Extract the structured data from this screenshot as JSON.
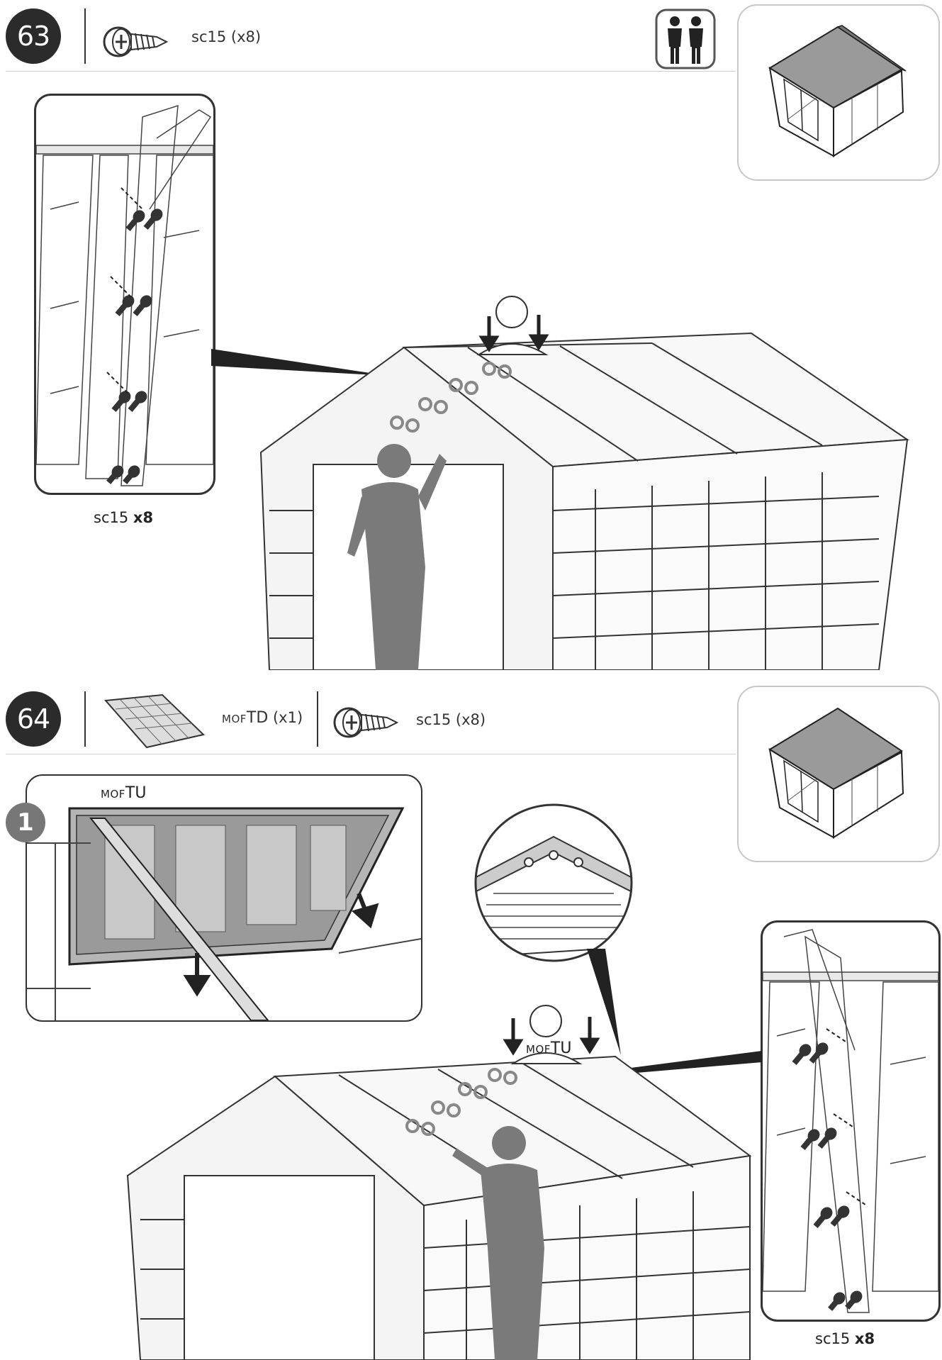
{
  "steps": [
    {
      "number": "63",
      "parts": [
        {
          "icon": "screw-icon",
          "label": "sc15 (x8)"
        }
      ],
      "crew_icon": "two-people-icon",
      "inset_caption": {
        "code": "sc15",
        "qty": "x8"
      }
    },
    {
      "number": "64",
      "parts": [
        {
          "icon": "roof-panel-icon",
          "prefix": "MOF",
          "code": "TD",
          "qty": "(x1)"
        },
        {
          "icon": "screw-icon",
          "label": "sc15 (x8)"
        }
      ],
      "substep": "1",
      "panel_label": {
        "prefix": "MOF",
        "code": "TU"
      },
      "roof_label": {
        "prefix": "MOF",
        "code": "TU"
      },
      "inset_caption": {
        "code": "sc15",
        "qty": "x8"
      }
    }
  ]
}
